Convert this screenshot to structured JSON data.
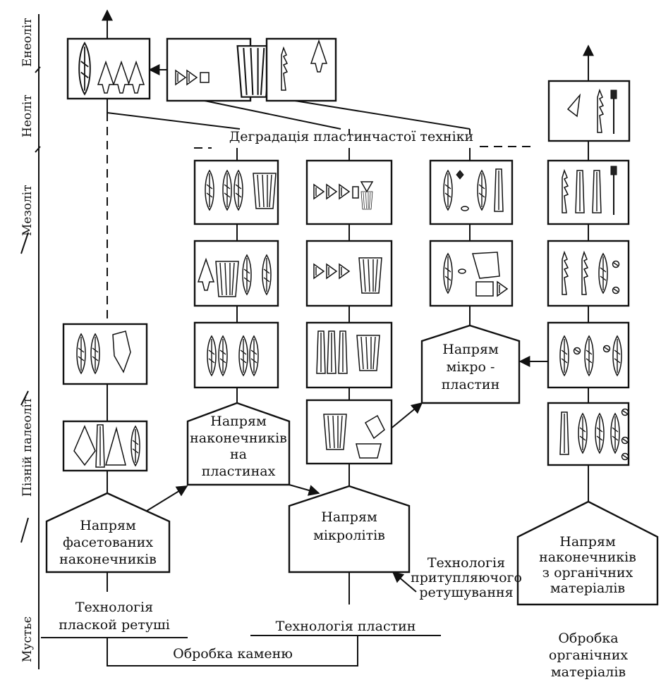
{
  "periods": [
    "Енеоліт",
    "Неоліт",
    "Мезоліт",
    "Пізній палеоліт",
    "Мустьє"
  ],
  "labels": {
    "degradation": "Деградація пластинчастої техніки",
    "microblades": [
      "Напрям",
      "мікро -",
      "пластин"
    ],
    "blade_points": [
      "Напрям",
      "наконечників",
      "на",
      "пластинах"
    ],
    "faceted": [
      "Напрям",
      "фасетованих",
      "наконечників"
    ],
    "microliths": [
      "Напрям",
      "мікролітів"
    ],
    "organic_points": [
      "Напрям",
      "наконечників",
      "з органічних",
      "матеріалів"
    ],
    "flat_retouch": [
      "Технологія",
      "плаской ретуші"
    ],
    "blunting": [
      "Технологія",
      "притупляючого",
      "ретушування"
    ],
    "blade_tech": "Технологія пластин",
    "stone": "Обробка каменю",
    "organic": [
      "Обробка",
      "органічних",
      "матеріалів"
    ]
  }
}
